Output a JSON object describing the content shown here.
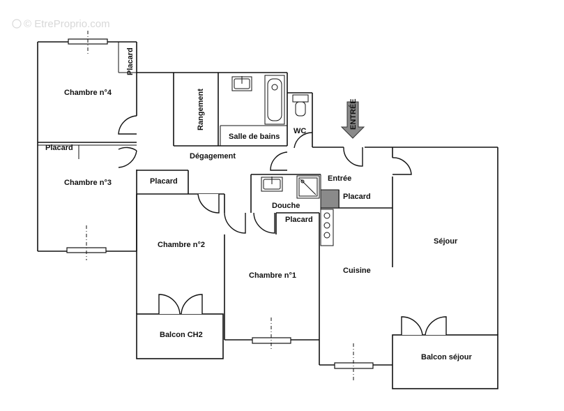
{
  "watermark": "© EtreProprio.com",
  "rooms": {
    "chambre4": "Chambre n°4",
    "chambre3": "Chambre n°3",
    "chambre2": "Chambre n°2",
    "chambre1": "Chambre n°1",
    "placard_ch4": "Placard",
    "placard_ch3": "Placard",
    "placard_degagement": "Placard",
    "placard_douche": "Placard",
    "placard_entree": "Placard",
    "rangement": "Rangement",
    "salle_de_bains": "Salle de bains",
    "wc": "WC",
    "degagement": "Dégagement",
    "douche": "Douche",
    "entree": "Entrée",
    "entree_arrow": "ENTRÉE",
    "cuisine": "Cuisine",
    "sejour": "Séjour",
    "balcon_ch2": "Balcon CH2",
    "balcon_sejour": "Balcon séjour"
  }
}
